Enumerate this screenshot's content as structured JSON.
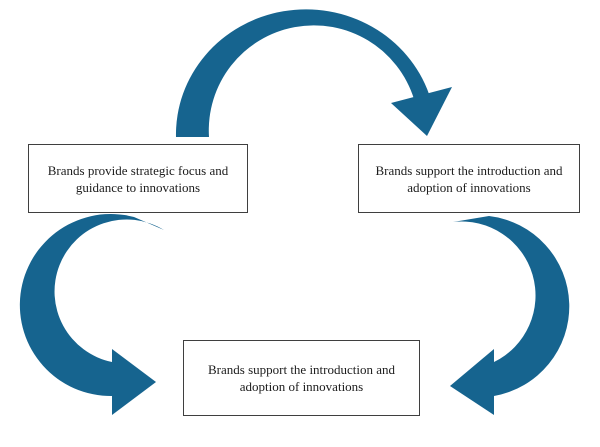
{
  "diagram": {
    "background_color": "#ffffff",
    "arrow_color": "#16648F",
    "box_border_color": "#3f3f3f",
    "boxes": {
      "left": {
        "text": "Brands provide strategic focus and guidance to innovations"
      },
      "right": {
        "text": "Brands support the introduction and adoption of innovations"
      },
      "bottom": {
        "text": "Brands support the introduction and adoption of innovations"
      }
    },
    "arrows": {
      "top": "curved-arrow-top",
      "left": "curved-arrow-left",
      "right": "curved-arrow-right"
    }
  }
}
